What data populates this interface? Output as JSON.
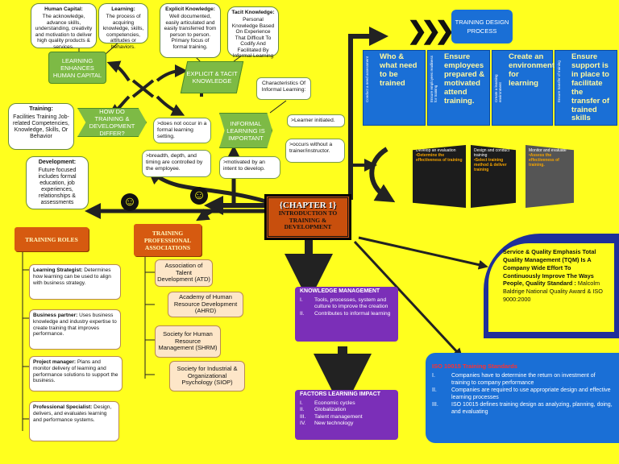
{
  "center": {
    "chapter": "{CHAPTER 1}",
    "title": "INTRODUCTION TO TRAINING & DEVELOPMENT"
  },
  "top_notes": {
    "human_capital": {
      "title": "Human Capital:",
      "text": "The acknowledge, advance skills, understanding, creativity and motivation to deliver high quality products & services."
    },
    "learning": {
      "title": "Learning:",
      "text": "The process of acquiring knowledge, skills, competencies, attitudes or behaviors."
    },
    "explicit": {
      "title": "Explicit Knowledge:",
      "text": "Well documented, easily articulated and easily transferred from person to person. Primary focus of formal training."
    },
    "tacit": {
      "title": "Tacit Knowledge:",
      "text": "Personal Knowledge Based On Experience That Difficult To Codify And Facilitated By Informal Learning"
    }
  },
  "green_nodes": {
    "learning_hc": "LEARNING ENHANCES HUMAN CAPITAL",
    "explicit_tacit": "EXPLICIT & TACIT KNOWLEDGE",
    "how_differ": "HOW DO TRAINING & DEVELOPMENT DIFFER?",
    "informal": "INFORMAL LEARNING IS IMPORTANT"
  },
  "training_def": {
    "title": "Training:",
    "text": "Facilities Training Job-related Competencies, Knowledge, Skills, Or Behavior"
  },
  "development_def": {
    "title": "Development:",
    "text": "Future focused includes formal education, job experiences, relationships & assessments"
  },
  "informal_chars": {
    "title": "Characteristics Of Informal Learning:",
    "items": [
      "does not occur in a formal learning setting.",
      "breadth, depth, and timing are controlled by the employee.",
      "motivated by an intent to develop.",
      "Learner initiated.",
      "occurs without a trainer/instructor."
    ]
  },
  "design": {
    "header": "TRAINING DESIGN PROCESS",
    "steps": [
      {
        "side": "Conduct a need assessment",
        "text": "Who & what need to be trained"
      },
      {
        "side": "Ensure employees readiness for training",
        "text": "Ensure employees prepared & motivated attend training."
      },
      {
        "side": "Create a learning environment",
        "text": "Create an environment for learning"
      },
      {
        "side": "Ensure transfer of training",
        "text": "Ensure support is in place to facilitate the transfer of trained skills"
      }
    ],
    "dark": [
      {
        "head": "Develop an evaluation",
        "bullet": "Determine the effectiveness of training"
      },
      {
        "head": "Design and conduct training",
        "bullet": "Select training method & deliver training"
      },
      {
        "head": "Monitor and evaluate",
        "bullet": "Assess the effectiveness of training."
      }
    ]
  },
  "roles": {
    "header": "TRAINING ROLES",
    "items": [
      {
        "title": "Learning Strategist:",
        "text": "Determines how learning can be used to align with business strategy."
      },
      {
        "title": "Business partner:",
        "text": "Uses business knowledge and industry expertise to create training that improves performance."
      },
      {
        "title": "Project manager:",
        "text": "Plans and monitor delivery of learning and performance solutions to support the business."
      },
      {
        "title": "Professional Specialist:",
        "text": "Design, delivers, and evaluates learning and performance systems."
      }
    ]
  },
  "assoc": {
    "header": "TRAINING PROFESSIONAL ASSOCIATIONS",
    "items": [
      "Association of Talent Development (ATD)",
      "Academy of Human Resource Development (AHRD)",
      "Society for Human Resource Management (SHRM)",
      "Society for Industrial & Organizational Psychology (SIOP)"
    ]
  },
  "km": {
    "header": "KNOWLEDGE MANAGEMENT",
    "items": [
      {
        "n": "I.",
        "t": "Tools, processes, system and culture to improve the creation"
      },
      {
        "n": "II.",
        "t": "Contributes to informal learning"
      }
    ]
  },
  "factors": {
    "header": "FACTORS LEARNING IMPACT",
    "items": [
      {
        "n": "I.",
        "t": "Economic cycles"
      },
      {
        "n": "II.",
        "t": "Globalization"
      },
      {
        "n": "III.",
        "t": "Talent management"
      },
      {
        "n": "IV.",
        "t": "New technology"
      }
    ]
  },
  "tqm": {
    "bold": "Service & Quality Emphasis Total Quality Management (TQM) Is A Company Wide Effort To Continuously Improve The Ways People, Quality Standard :",
    "rest": " Malcolm Baldrige National Quality Award & ISO 9000:2000"
  },
  "iso": {
    "header": "ISO 10015 Training Standards",
    "items": [
      {
        "n": "I.",
        "t": "Companies have to determine the return on investment of training to company performance"
      },
      {
        "n": "II.",
        "t": "Companies are required to use appropriate design and effective learning processes"
      },
      {
        "n": "III.",
        "t": "ISO 10015 defines training design as analyzing, planning, doing, and evaluating"
      }
    ]
  },
  "colors": {
    "background": "#ffff1e",
    "green": "#7dba45",
    "orange": "#d65a10",
    "blue": "#1a6fd6",
    "purple": "#7b2fb8",
    "navy": "#1f2f9a"
  }
}
